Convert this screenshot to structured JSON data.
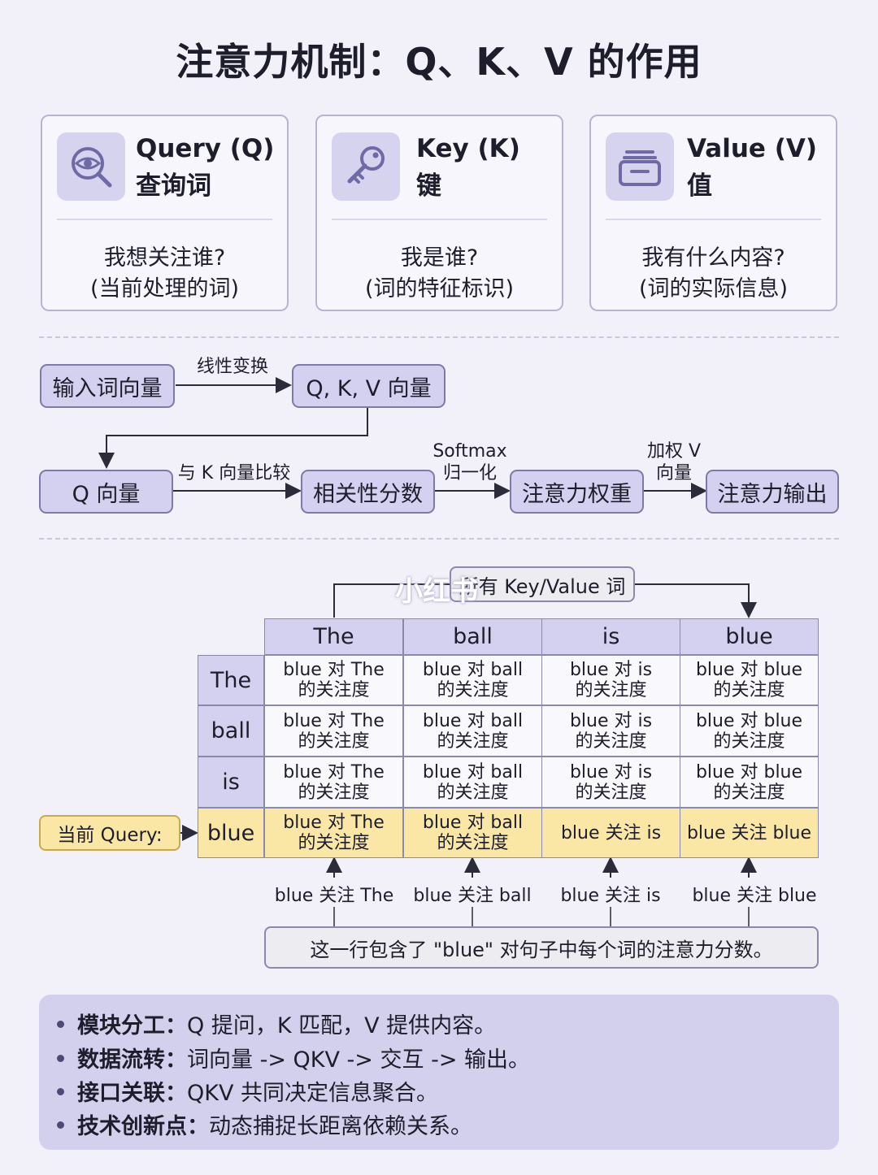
{
  "title": "注意力机制：Q、K、V 的作用",
  "cards": [
    {
      "name": "Query (Q)",
      "cn": "查询词",
      "q1": "我想关注谁?",
      "q2": "(当前处理的词)",
      "icon": "eye-magnifier-icon"
    },
    {
      "name": "Key (K)",
      "cn": "键",
      "q1": "我是谁?",
      "q2": "(词的特征标识)",
      "icon": "key-icon"
    },
    {
      "name": "Value (V)",
      "cn": "值",
      "q1": "我有什么内容?",
      "q2": "(词的实际信息)",
      "icon": "stacked-tray-icon"
    }
  ],
  "flow": {
    "input": "输入词向量",
    "linear": "线性变换",
    "qkv": "Q, K, V 向量",
    "q": "Q 向量",
    "compare": "与 K 向量比较",
    "score": "相关性分数",
    "softmax_1": "Softmax",
    "softmax_2": "归一化",
    "weight": "注意力权重",
    "weighted_1": "加权 V",
    "weighted_2": "向量",
    "output": "注意力输出"
  },
  "matrix": {
    "top_label": "所有 Key/Value 词",
    "watermark": "小红书",
    "cols": [
      "The",
      "ball",
      "is",
      "blue"
    ],
    "rows": [
      "The",
      "ball",
      "is",
      "blue"
    ],
    "cells": [
      [
        [
          "blue 对 The",
          "的关注度"
        ],
        [
          "blue 对 ball",
          "的关注度"
        ],
        [
          "blue 对 is",
          "的关注度"
        ],
        [
          "blue 对 blue",
          "的关注度"
        ]
      ],
      [
        [
          "blue 对 The",
          "的关注度"
        ],
        [
          "blue 对 ball",
          "的关注度"
        ],
        [
          "blue 对 is",
          "的关注度"
        ],
        [
          "blue 对 blue",
          "的关注度"
        ]
      ],
      [
        [
          "blue 对 The",
          "的关注度"
        ],
        [
          "blue 对 ball",
          "的关注度"
        ],
        [
          "blue 对 is",
          "的关注度"
        ],
        [
          "blue 对 blue",
          "的关注度"
        ]
      ],
      [
        [
          "blue 对 The",
          "的关注度"
        ],
        [
          "blue 对 ball",
          "的关注度"
        ],
        [
          "blue 关注 is",
          ""
        ],
        [
          "blue 关注 blue",
          ""
        ]
      ]
    ],
    "current_query": "当前 Query:",
    "below": [
      "blue 关注 The",
      "blue 关注 ball",
      "blue 关注 is",
      "blue 关注 blue"
    ],
    "note": "这一行包含了 \"blue\" 对句子中每个词的注意力分数。"
  },
  "summary": [
    {
      "key": "模块分工：",
      "text": "Q 提问，K 匹配，V 提供内容。"
    },
    {
      "key": "数据流转：",
      "text": "词向量 -> QKV -> 交互 -> 输出。"
    },
    {
      "key": "接口关联：",
      "text": "QKV 共同决定信息聚合。"
    },
    {
      "key": "技术创新点：",
      "text": "动态捕捉长距离依赖关系。"
    }
  ],
  "colors": {
    "accent": "#d3d1ef",
    "highlight": "#fbe7a5",
    "border": "#7e7aa8",
    "background": "#f2f1f9"
  }
}
